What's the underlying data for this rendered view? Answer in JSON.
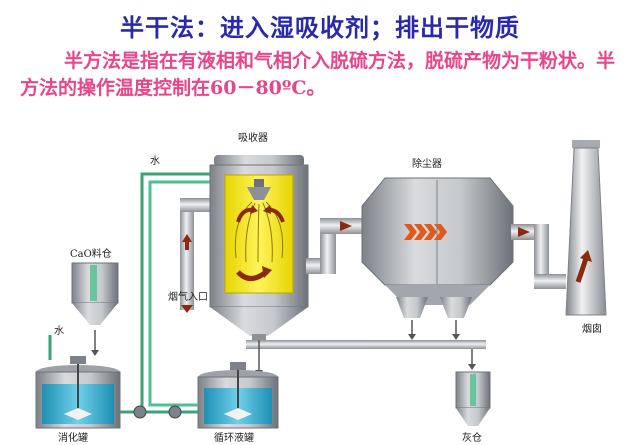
{
  "title": "半干法：进入湿吸收剂；排出干物质",
  "description": "半方法是指在有液相和气相介入脱硫方法，脱硫产物为干粉状。半方法的操作温度控制在60－80ºC。",
  "labels": {
    "absorber": "吸收器",
    "dust_collector": "除尘器",
    "water_top": "水",
    "water_left": "水",
    "cao_silo": "CaO料仓",
    "flue_gas_inlet": "烟气入口",
    "chimney": "烟囱",
    "slaking_tank": "消化罐",
    "circulation_tank": "循环液罐",
    "ash_silo": "灰仓"
  },
  "colors": {
    "pipe": "#b5b8bd",
    "vessel": "#9ea2a8",
    "water_line": "#3aa37a",
    "slurry": "#f2e600",
    "arrow": "#8b2a10",
    "tank_liquid": "#2aa4c8",
    "title": "#2a2aa8",
    "description": "#e8468a"
  }
}
